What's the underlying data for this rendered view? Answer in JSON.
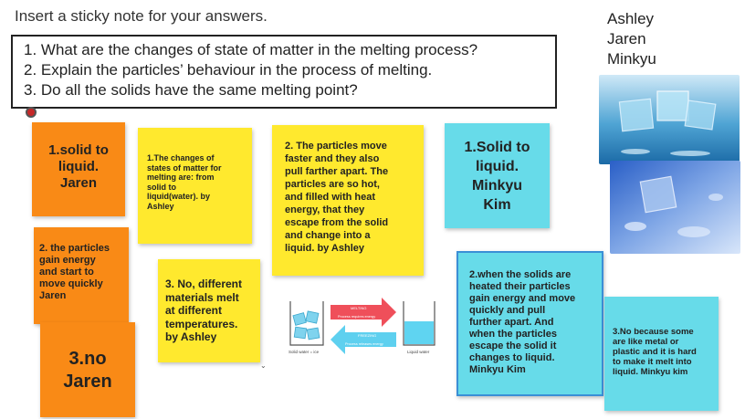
{
  "instruction": "Insert a sticky note for your answers.",
  "questions": [
    "1. What are the changes of state of matter in the melting process?",
    "2. Explain the particles’ behaviour in the process of melting.",
    "3. Do all the solids have the same melting point?"
  ],
  "names": [
    "Ashley",
    "Jaren",
    "Minkyu"
  ],
  "notes": {
    "jaren1": [
      "1.solid to",
      "liquid.",
      "Jaren"
    ],
    "ashley1": [
      "1.The changes of",
      "states of matter for",
      "melting are: from",
      "solid to",
      "liquid(water). by",
      "Ashley"
    ],
    "ashley2": [
      "2. The particles move",
      "faster and they also",
      "pull farther apart. The",
      "particles are so hot,",
      "and filled with heat",
      "energy, that they",
      "escape from the solid",
      "and change into a",
      "liquid. by Ashley"
    ],
    "minkyu1": [
      "1.Solid to",
      "liquid.",
      "Minkyu",
      "Kim"
    ],
    "jaren2": [
      "2. the particles",
      "gain energy",
      "and start to",
      "move quickly",
      "Jaren"
    ],
    "jaren3": [
      "3.no",
      "Jaren"
    ],
    "ashley3": [
      "3. No, different",
      "materials melt",
      "at different",
      "temperatures.",
      "by Ashley"
    ],
    "minkyu2": [
      "2.when the solids are",
      "heated their particles",
      "gain energy and move",
      "quickly and pull",
      "further apart. And",
      "when the particles",
      "escape the solid it",
      "changes to liquid.",
      "Minkyu Kim"
    ],
    "minkyu3": [
      "3.No because some",
      "are like metal or",
      "plastic and it is hard",
      "to make it melt into",
      "liquid. Minkyu kim"
    ]
  },
  "diagram": {
    "melting": "MELTING",
    "melting_sub": "Process requires energy",
    "freezing": "FREEZING",
    "freezing_sub": "Process releases energy",
    "solid_label": "Solid water = ice",
    "liquid_label": "Liquid water"
  },
  "colors": {
    "orange": "#f98a16",
    "yellow": "#ffe92e",
    "cyan": "#67dbe9",
    "pin": "#c62828"
  }
}
